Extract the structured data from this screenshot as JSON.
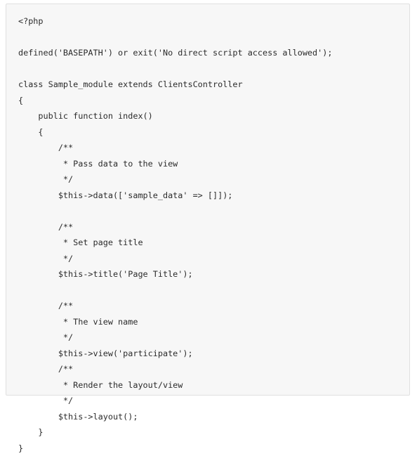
{
  "code": {
    "language": "php",
    "lines": [
      "<?php",
      "",
      "defined('BASEPATH') or exit('No direct script access allowed');",
      "",
      "class Sample_module extends ClientsController",
      "{",
      "    public function index()",
      "    {",
      "        /**",
      "         * Pass data to the view",
      "         */",
      "        $this->data(['sample_data' => []]);",
      "",
      "        /**",
      "         * Set page title",
      "         */",
      "        $this->title('Page Title');",
      "",
      "        /**",
      "         * The view name",
      "         */",
      "        $this->view('participate');",
      "        /**",
      "         * Render the layout/view",
      "         */",
      "        $this->layout();",
      "    }",
      "}"
    ]
  }
}
